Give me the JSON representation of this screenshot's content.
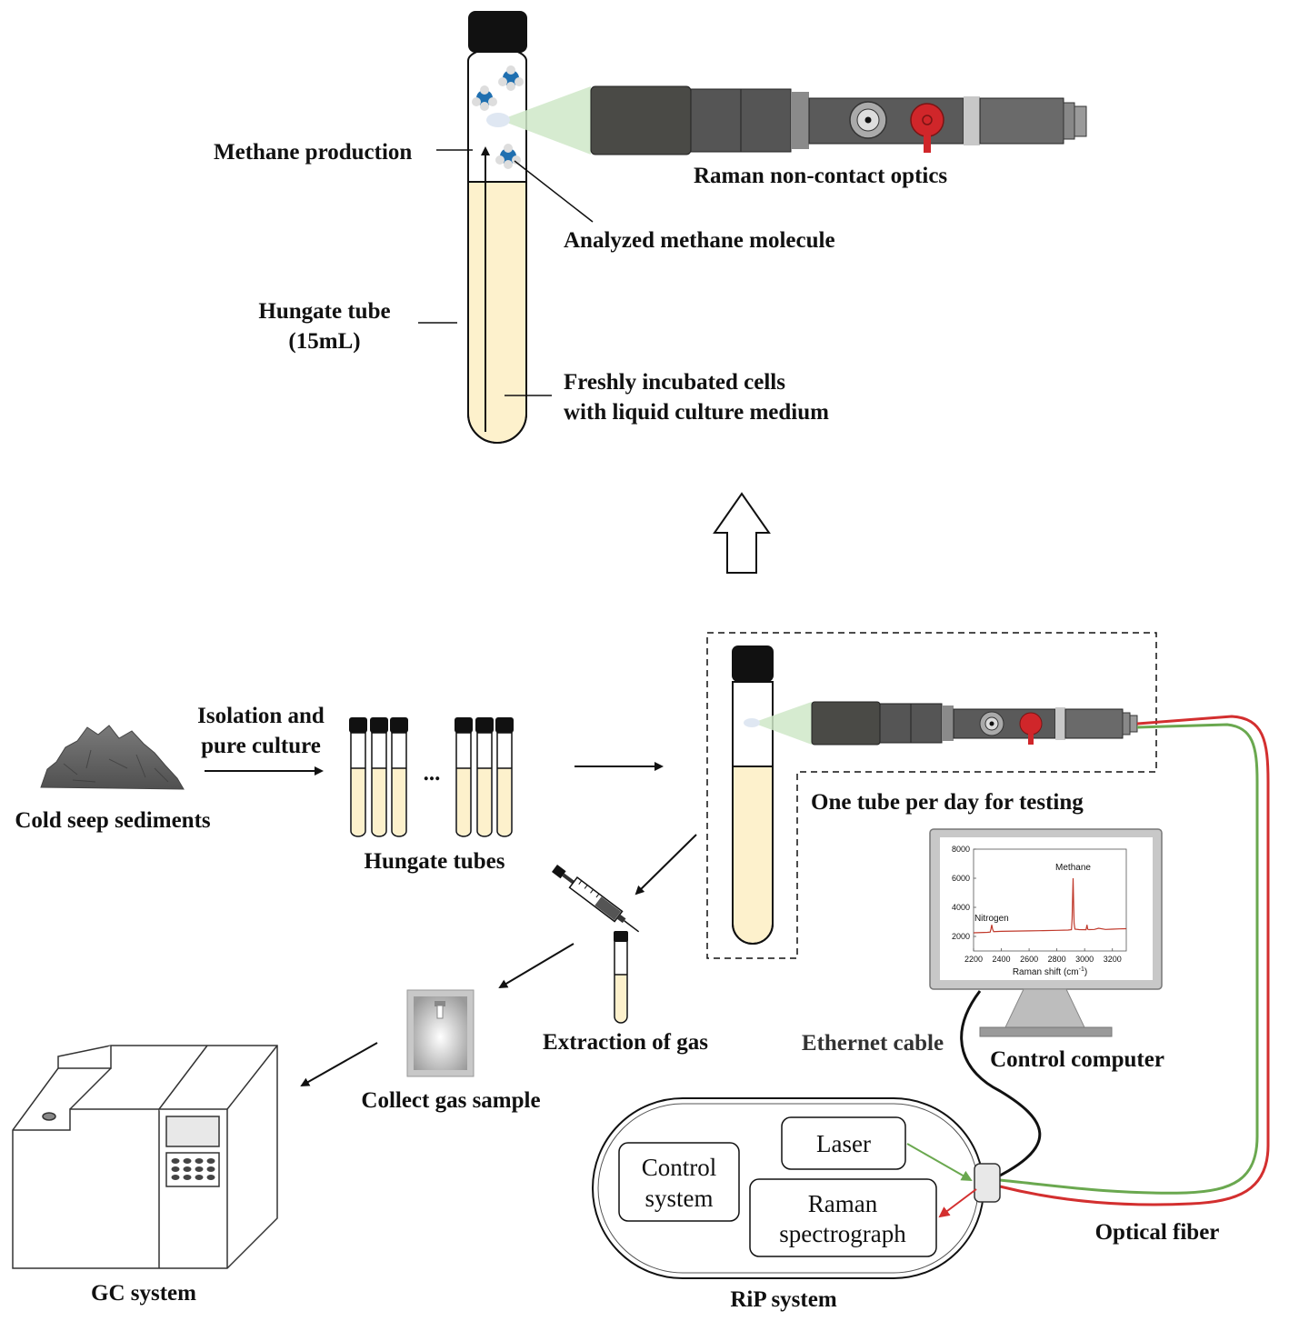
{
  "colors": {
    "medium": "#fdf1cc",
    "cap": "#111111",
    "laser_beam": "#cfe8c8",
    "probe_dark": "#4a4a46",
    "probe_mid": "#5a5a5a",
    "knob_red": "#d0262a",
    "molecule_blue": "#1f6fb0",
    "fiber_green": "#6aa84f",
    "fiber_red": "#d32f2f",
    "spectrum": "#c0392b"
  },
  "top": {
    "methane_production": "Methane production",
    "raman_optics": "Raman non-contact optics",
    "analyzed_molecule": "Analyzed methane molecule",
    "hungate_tube_line1": "Hungate tube",
    "hungate_tube_line2": "(15mL)",
    "cells_line1": "Freshly incubated cells",
    "cells_line2": "with liquid culture medium"
  },
  "bottom": {
    "cold_seep": "Cold seep sediments",
    "isolation_line1": "Isolation and",
    "isolation_line2": "pure culture",
    "ellipsis": "...",
    "hungate_tubes": "Hungate tubes",
    "one_tube": "One tube per day for testing",
    "extraction": "Extraction of gas",
    "collect": "Collect gas sample",
    "gc_system": "GC system",
    "ethernet": "Ethernet cable",
    "control_computer": "Control computer",
    "optical_fiber": "Optical fiber",
    "rip_system": "RiP system"
  },
  "rip": {
    "control_line1": "Control",
    "control_line2": "system",
    "laser": "Laser",
    "raman_line1": "Raman",
    "raman_line2": "spectrograph"
  },
  "chart_data": {
    "type": "line",
    "title": "",
    "xlabel": "Raman shift (cm",
    "xlabel_sup": "-1",
    "xlabel_end": ")",
    "ylabel": "",
    "xlim": [
      2200,
      3300
    ],
    "ylim": [
      1000,
      8000
    ],
    "x_ticks": [
      "2200",
      "2400",
      "2600",
      "2800",
      "3000",
      "3200"
    ],
    "y_ticks": [
      "2000",
      "4000",
      "6000",
      "8000"
    ],
    "annotations": [
      {
        "text": "Nitrogen",
        "x": 2330,
        "y": 2800
      },
      {
        "text": "Methane",
        "x": 2917,
        "y": 6300
      }
    ],
    "series": [
      {
        "x": [
          2200,
          2300,
          2320,
          2325,
          2331,
          2337,
          2345,
          2400,
          2500,
          2600,
          2700,
          2800,
          2880,
          2905,
          2910,
          2914,
          2917,
          2920,
          2924,
          2930,
          2960,
          3010,
          3017,
          3022,
          3030,
          3070,
          3100,
          3150,
          3200,
          3250,
          3300
        ],
        "y": [
          2250,
          2280,
          2300,
          2500,
          2800,
          2500,
          2330,
          2350,
          2370,
          2380,
          2400,
          2420,
          2440,
          2460,
          3200,
          4800,
          6000,
          4500,
          2900,
          2500,
          2470,
          2460,
          2800,
          2500,
          2470,
          2480,
          2560,
          2480,
          2500,
          2520,
          2530
        ]
      }
    ]
  }
}
